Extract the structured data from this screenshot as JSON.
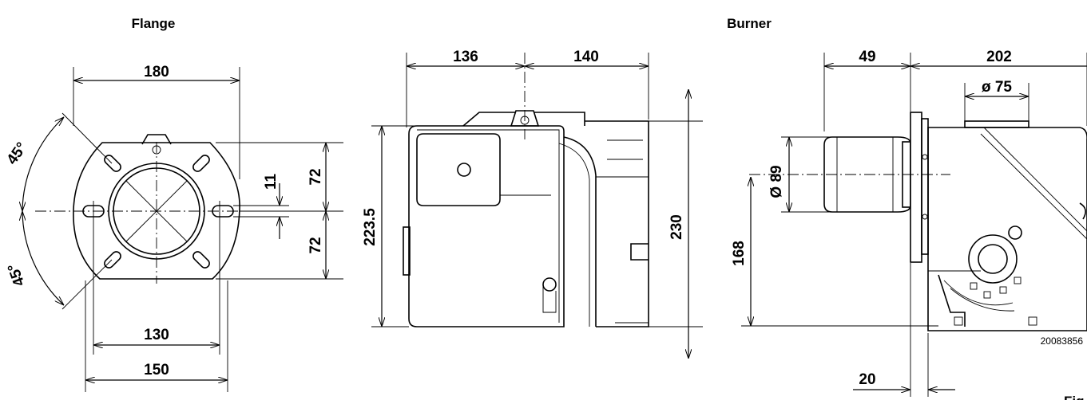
{
  "titles": {
    "flange": "Flange",
    "burner": "Burner"
  },
  "flange": {
    "dim_width_top": "180",
    "dim_angle_upper": "45°",
    "dim_angle_lower": "45°",
    "dim_slot": "11",
    "dim_half_height_upper": "72",
    "dim_half_height_lower": "72",
    "dim_hole_spacing": "130",
    "dim_width_bottom": "150"
  },
  "side_view": {
    "dim_rear_length": "136",
    "dim_front_length": "140",
    "dim_height_left": "223.5",
    "dim_height_right": "230"
  },
  "front_view": {
    "dim_head_length": "49",
    "dim_body_length": "202",
    "dim_diameter_75": "ø 75",
    "dim_diameter_89": "Ø 89",
    "dim_axis_height": "168",
    "dim_flange_thickness": "20"
  },
  "drawing_code": "20083856",
  "figure_label": "Fig"
}
